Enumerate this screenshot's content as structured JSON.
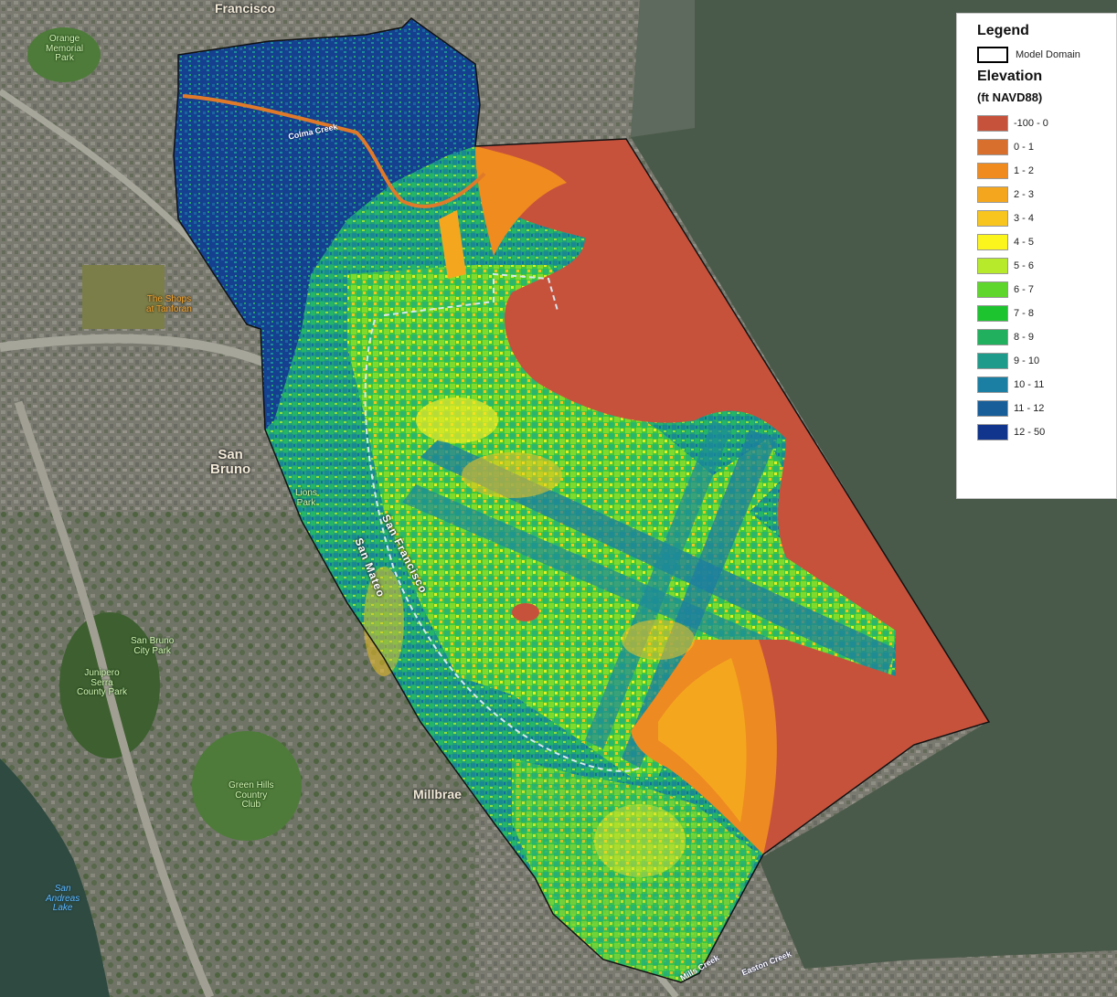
{
  "map": {
    "labels": {
      "francisco": "Francisco",
      "orange_park": "Orange\nMemorial\nPark",
      "colma_creek": "Colma Creek",
      "shops": "The Shops\nat Tanforan",
      "san_bruno": "San\nBruno",
      "lions_park": "Lions\nPark",
      "san_francisco": "San Francisco",
      "san_mateo": "San Mateo",
      "san_bruno_city_park": "San Bruno\nCity Park",
      "junipero": "Junipero\nSerra\nCounty Park",
      "green_hills": "Green Hills\nCountry\nClub",
      "millbrae": "Millbrae",
      "san_andreas": "San\nAndreas\nLake",
      "mills_creek": "Mills Creek",
      "easton_creek": "Easton Creek"
    },
    "colors": {
      "bay_water": "#4a5a4a",
      "urban": "#7d7d72",
      "vegetation": "#3e5a30",
      "domain_outline": "#111111"
    }
  },
  "legend": {
    "title": "Legend",
    "domain_label": "Model Domain",
    "subtitle": "Elevation",
    "units": "(ft NAVD88)",
    "items": [
      {
        "label": "-100 - 0",
        "color": "#c7523c"
      },
      {
        "label": "0 - 1",
        "color": "#d96f2c"
      },
      {
        "label": "1 - 2",
        "color": "#ef8b1f"
      },
      {
        "label": "2 - 3",
        "color": "#f4a71e"
      },
      {
        "label": "3 - 4",
        "color": "#f8c51e"
      },
      {
        "label": "4 - 5",
        "color": "#fbf51d"
      },
      {
        "label": "5 - 6",
        "color": "#b6ea2a"
      },
      {
        "label": "6 - 7",
        "color": "#5fd62b"
      },
      {
        "label": "7 - 8",
        "color": "#1ec430"
      },
      {
        "label": "8 - 9",
        "color": "#21b05e"
      },
      {
        "label": "9 - 10",
        "color": "#1f9b8b"
      },
      {
        "label": "10 - 11",
        "color": "#1b7fa3"
      },
      {
        "label": "11 - 12",
        "color": "#185e99"
      },
      {
        "label": "12 - 50",
        "color": "#11348c"
      }
    ]
  }
}
